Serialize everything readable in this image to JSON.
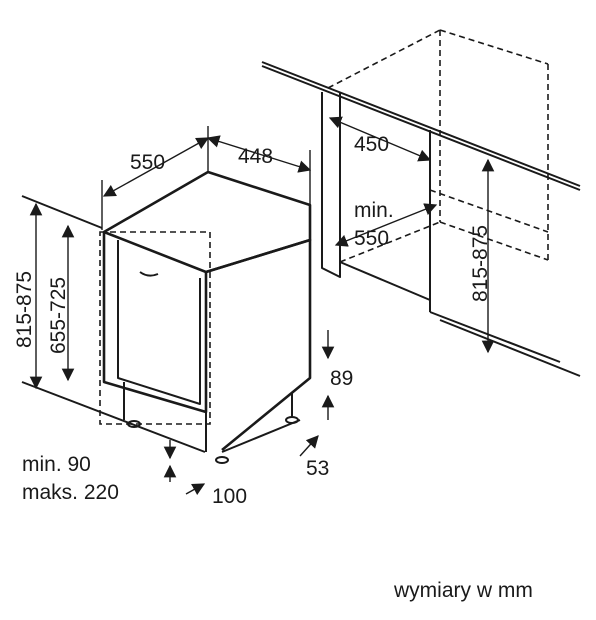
{
  "dimensions": {
    "depth": "550",
    "width": "448",
    "niche_width": "450",
    "niche_depth_min_label": "min.",
    "niche_depth_min_value": "550",
    "niche_height": "815-875",
    "appliance_height": "815-875",
    "inner_height": "655-725",
    "foot_height": "89",
    "plinth_offset": "53",
    "plinth_min": "min. 90",
    "plinth_max": "maks. 220",
    "plinth_depth": "100"
  },
  "units_caption": "wymiary w mm"
}
